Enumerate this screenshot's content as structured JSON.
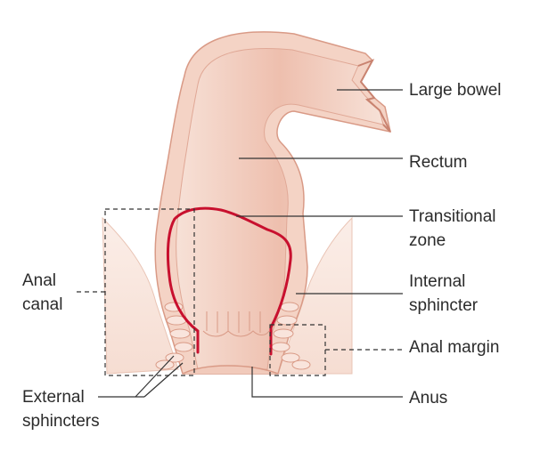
{
  "labels": {
    "large_bowel": "Large bowel",
    "rectum": "Rectum",
    "transitional_zone_1": "Transitional",
    "transitional_zone_2": "zone",
    "internal_sphincter_1": "Internal",
    "internal_sphincter_2": "sphincter",
    "anal_margin": "Anal margin",
    "anus": "Anus",
    "anal_canal_1": "Anal",
    "anal_canal_2": "canal",
    "external_sphincters_1": "External",
    "external_sphincters_2": "sphincters"
  },
  "colors": {
    "tissue_light": "#f6ddd2",
    "tissue_mid": "#efc3b2",
    "tissue_dark": "#e4a592",
    "outline": "#d99a86",
    "transitional_line": "#c8102e",
    "leader_line": "#333333"
  }
}
